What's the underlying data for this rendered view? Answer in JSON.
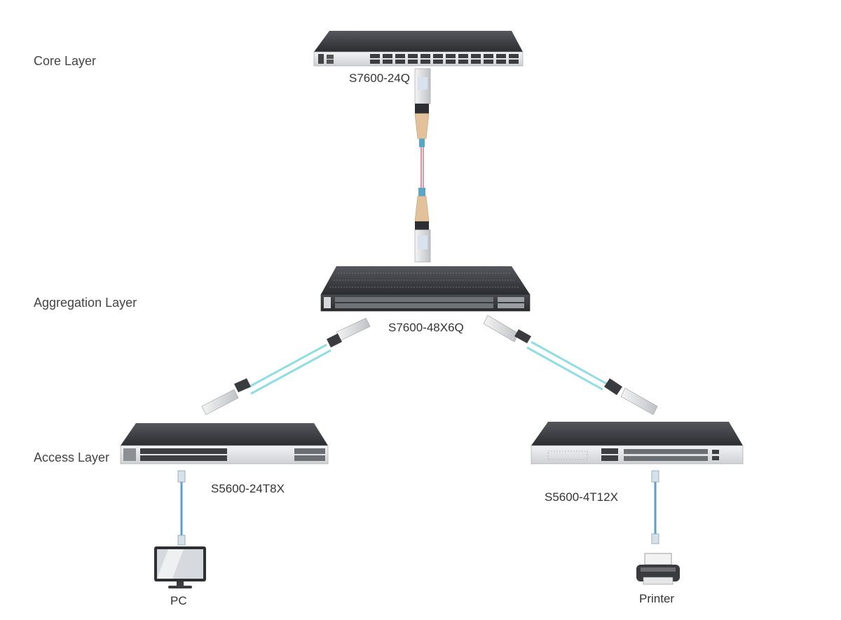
{
  "layers": {
    "core": "Core Layer",
    "aggregation": "Aggregation Layer",
    "access": "Access Layer"
  },
  "devices": {
    "core_switch": "S7600-24Q",
    "aggregation_switch": "S7600-48X6Q",
    "access_switch_left": "S5600-24T8X",
    "access_switch_right": "S5600-4T12X",
    "pc": "PC",
    "printer": "Printer"
  },
  "colors": {
    "switch_dark": "#3a3b3f",
    "switch_light": "#e9eaec",
    "fiber_aqua": "#8fdde4",
    "fiber_pink": "#e5909c",
    "cable_blue": "#5b9fd0",
    "transceiver_tan": "#e3c29b"
  }
}
